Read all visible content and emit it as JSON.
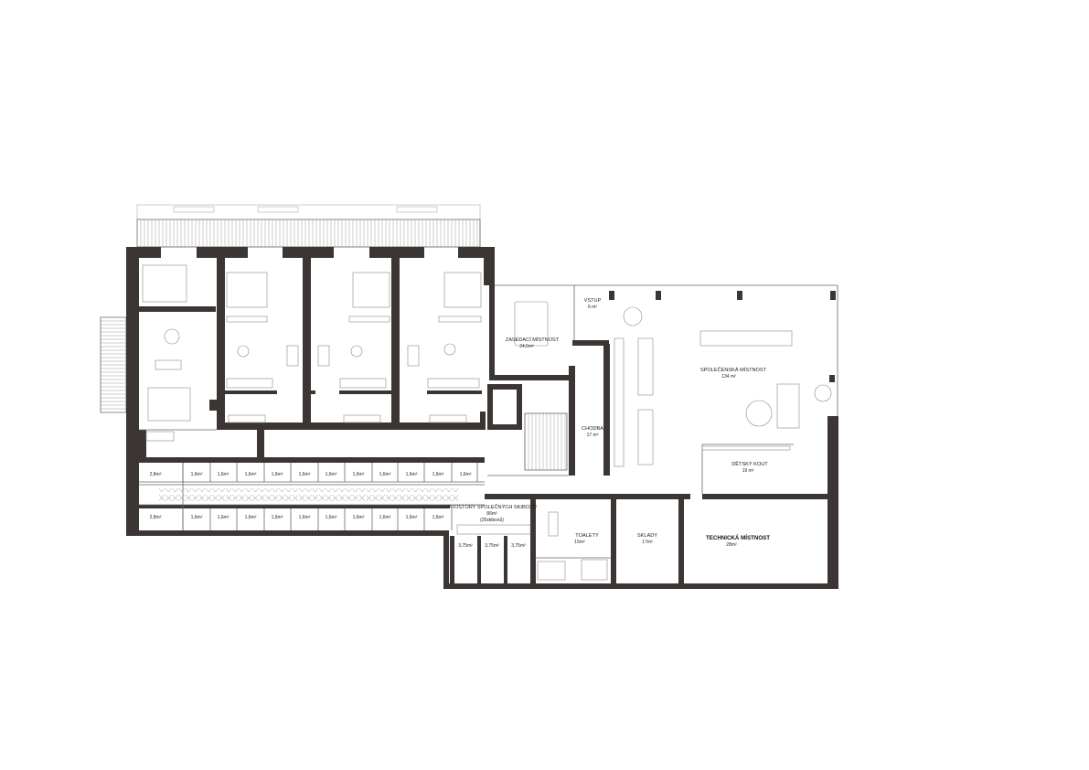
{
  "rooms": {
    "zasedaci": {
      "name": "ZASEDACÍ MÍSTNOST",
      "area": "24,5m²"
    },
    "vstup": {
      "name": "VSTUP",
      "area": "6 m²"
    },
    "spolecenska": {
      "name": "SPOLEČENSKÁ MÍSTNOST",
      "area": "134 m²"
    },
    "chodba": {
      "name": "CHODBA",
      "area": "17 m²"
    },
    "detsky": {
      "name": "DĚTSKÝ KOUT",
      "area": "19 m²"
    },
    "toalety": {
      "name": "TOALETY",
      "area": "15m²"
    },
    "sklady": {
      "name": "SKLADY",
      "area": "17m²"
    },
    "technicka": {
      "name": "TECHNICKÁ MÍSTNOST",
      "area": "28m²"
    },
    "skiboxy": {
      "name": "PROSTORY SPOLEČNÝCH SKIBOXŮ",
      "area": "86m²",
      "note": "(25skiboxů)"
    }
  },
  "skibox_top": [
    "2,8m²",
    "1,6m²",
    "1,6m²",
    "1,6m²",
    "1,6m²",
    "1,6m²",
    "1,6m²",
    "1,6m²",
    "1,6m²",
    "1,6m²",
    "1,6m²",
    "1,6m²"
  ],
  "skibox_bottom": [
    "2,8m²",
    "1,6m²",
    "1,6m²",
    "1,6m²",
    "1,6m²",
    "1,6m²",
    "1,6m²",
    "1,6m²",
    "1,6m²",
    "1,6m²",
    "1,6m²"
  ],
  "storage_small": [
    "3,75m²",
    "3,75m²",
    "3,75m²"
  ]
}
